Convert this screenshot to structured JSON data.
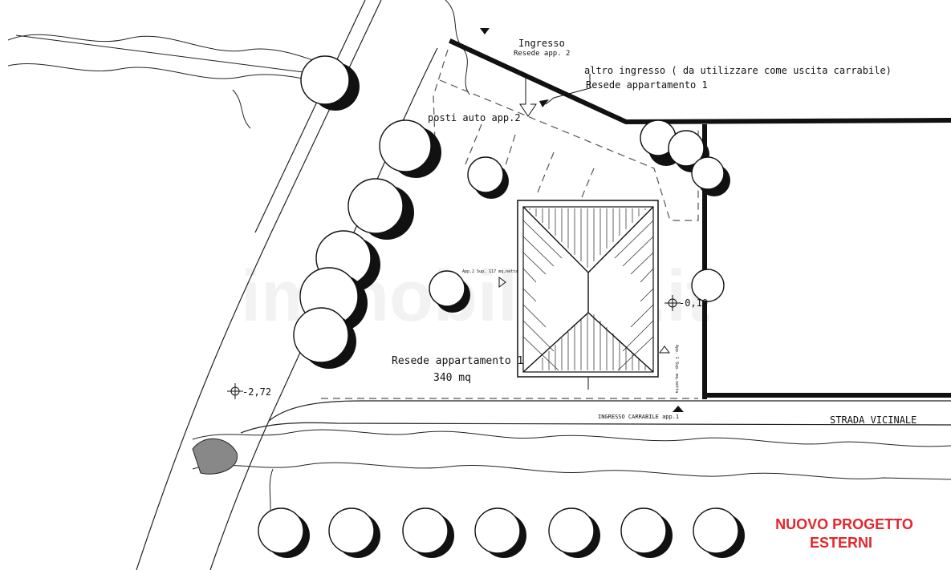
{
  "plan": {
    "labels": {
      "ingresso": "Ingresso",
      "resede_app2": "Resede app. 2",
      "altro_ingresso": "altro ingresso ( da utilizzare come uscita carrabile)",
      "resede_app1_top": "Resede appartamento 1",
      "posti_auto": "posti auto app.2",
      "app2_note": "App.2 Sup. 117 mq.netta",
      "app1_note": "App. 1 Sup. mq.netta",
      "elev_right": "-0,10",
      "elev_left": "-2,72",
      "resede_app1_bottom": "Resede appartamento 1",
      "area": "340 mq",
      "ingresso_carrabile": "INGRESSO CARRABILE app.1",
      "strada": "STRADA VICINALE"
    },
    "watermark": "immobiliare.it",
    "title": {
      "line1": "NUOVO PROGETTO",
      "line2": "ESTERNI"
    },
    "colors": {
      "line": "#111111",
      "title": "#e3262b"
    }
  }
}
